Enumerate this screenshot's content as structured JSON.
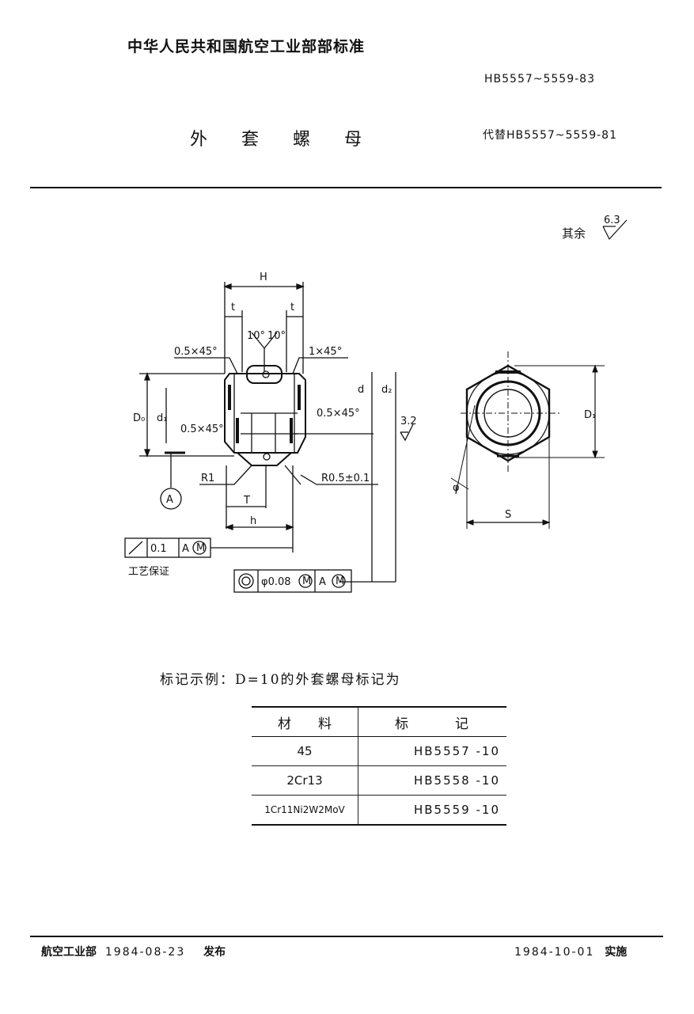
{
  "header": {
    "issuer": "中华人民共和国航空工业部部标准",
    "standard_number": "HB5557~5559-83",
    "title": "外 套 螺 母",
    "replaces": "代替HB5557~5559-81"
  },
  "drawing": {
    "roughness_note": "其余",
    "roughness_value": "6.3",
    "labels": {
      "H": "H",
      "t_left": "t",
      "t_right": "t",
      "angle_left": "10°",
      "angle_right": "10°",
      "chamfer_tl": "0.5×45°",
      "chamfer_tr": "1×45°",
      "chamfer_mid": "0.5×45°",
      "chamfer_low": "0.5×45°",
      "D0": "D₀",
      "d1": "d₁",
      "d": "d",
      "d2": "d₂",
      "roughness_bore": "3.2",
      "R1": "R1",
      "R_fillet": "R0.5±0.1",
      "T": "T",
      "h": "h",
      "datum": "A",
      "D1": "D₁",
      "S": "S",
      "phi": "φ"
    },
    "tolerance_runout": {
      "value": "0.1",
      "datum": "A",
      "modifier": "M",
      "note": "工艺保证"
    },
    "tolerance_concentricity": {
      "value": "φ0.08",
      "modifier": "M",
      "datum": "A",
      "datum_modifier": "M"
    }
  },
  "marking_example": "标记示例：D=10的外套螺母标记为",
  "material_table": {
    "headers": [
      "材　　料",
      "标　　　记"
    ],
    "rows": [
      [
        "45",
        "HB5557 -10"
      ],
      [
        "2Cr13",
        "HB5558 -10"
      ],
      [
        "1Cr11Ni2W2MoV",
        "HB5559 -10"
      ]
    ]
  },
  "footer": {
    "publisher": "航空工业部",
    "issued_date": "1984-08-23",
    "issued_label": "发布",
    "effective_date": "1984-10-01",
    "effective_label": "实施"
  }
}
